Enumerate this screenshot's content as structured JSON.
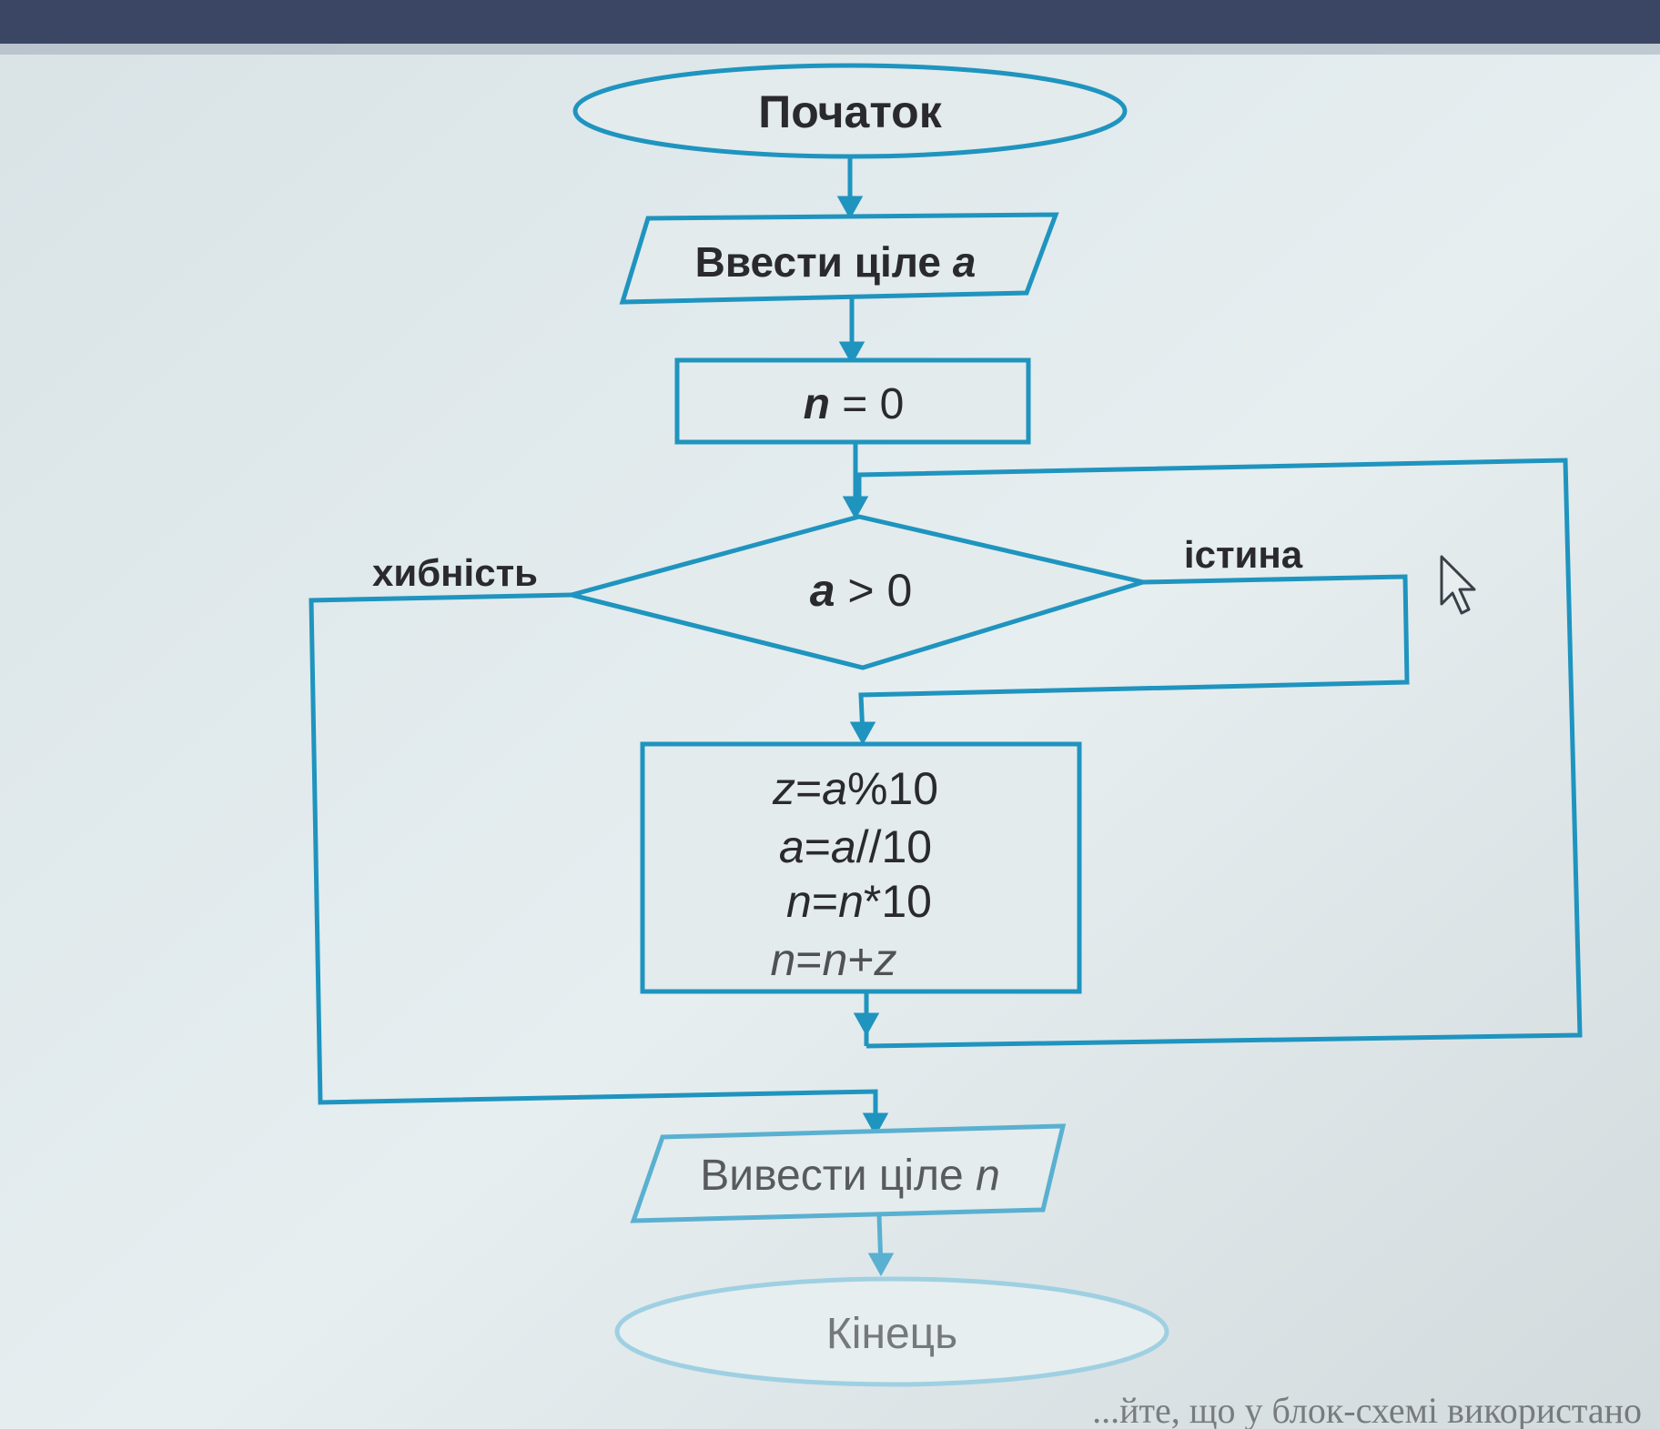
{
  "diagram": {
    "start_label": "Початок",
    "input_label": "Ввести ціле",
    "input_var": "a",
    "init_var": "n",
    "init_rest": " = 0",
    "condition_var": "a",
    "condition_rest": " > 0",
    "false_label": "хибність",
    "true_label": "істина",
    "body_lines": [
      {
        "v1": "z",
        "mid": "=",
        "v2": "a",
        "rest": "%10"
      },
      {
        "v1": "a",
        "mid": "=",
        "v2": "a",
        "rest": "//10"
      },
      {
        "v1": "n",
        "mid": "=",
        "v2": "n",
        "rest": "*10"
      },
      {
        "v1": "n",
        "mid": "=",
        "v2": "n",
        "rest": "+",
        "v3": "z"
      }
    ],
    "output_label": "Вивести ціле",
    "output_var": "n",
    "end_label": "Кінець"
  },
  "footer_text": "...йте, що у блок-схемі використано",
  "colors": {
    "line": "#1f94bf",
    "text": "#2a2a2e",
    "paper": "#dfe8ea",
    "frame": "#3a4664"
  }
}
